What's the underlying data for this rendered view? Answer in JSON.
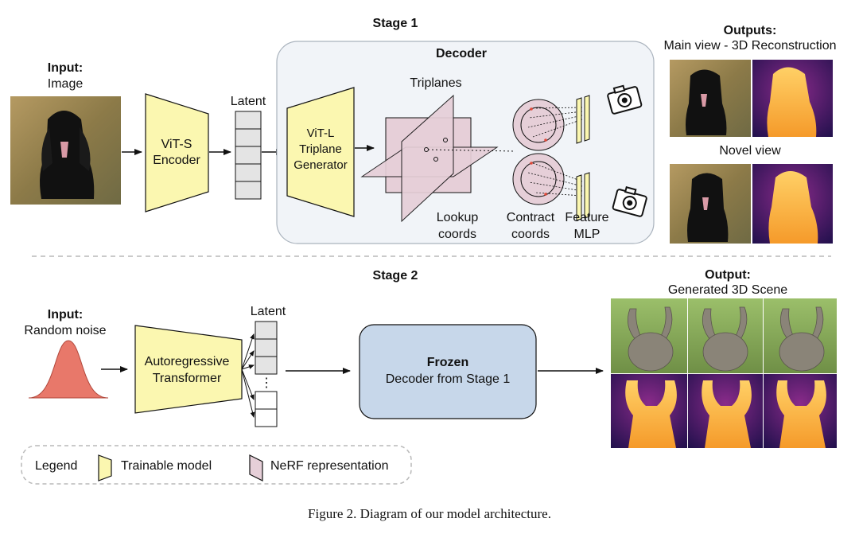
{
  "stage1": {
    "title": "Stage 1",
    "input_title": "Input:",
    "input_label": "Image",
    "encoder_line1": "ViT-S",
    "encoder_line2": "Encoder",
    "latent_label": "Latent",
    "decoder_title": "Decoder",
    "generator_line1": "ViT-L",
    "generator_line2": "Triplane",
    "generator_line3": "Generator",
    "triplanes_label": "Triplanes",
    "lookup_line1": "Lookup",
    "lookup_line2": "coords",
    "contract_line1": "Contract",
    "contract_line2": "coords",
    "feature_line1": "Feature",
    "feature_line2": "MLP",
    "outputs_title": "Outputs:",
    "main_view_label": "Main view - 3D Reconstruction",
    "novel_view_label": "Novel view"
  },
  "stage2": {
    "title": "Stage 2",
    "input_title": "Input:",
    "input_label": "Random noise",
    "transformer_line1": "Autoregressive",
    "transformer_line2": "Transformer",
    "latent_label": "Latent",
    "ellipsis": "⋮",
    "frozen_title": "Frozen",
    "frozen_label": "Decoder from Stage 1",
    "output_title": "Output:",
    "output_label": "Generated 3D Scene"
  },
  "legend": {
    "title": "Legend",
    "trainable_label": "Trainable model",
    "nerf_label": "NeRF representation"
  },
  "caption": "Figure 2. Diagram of our model architecture.",
  "colors": {
    "trainable": "#fbf7b0",
    "nerf": "#e6cfd8",
    "decoder_bg": "#f1f4f8",
    "frozen": "#c7d7ea",
    "noise": "#e8786a"
  }
}
